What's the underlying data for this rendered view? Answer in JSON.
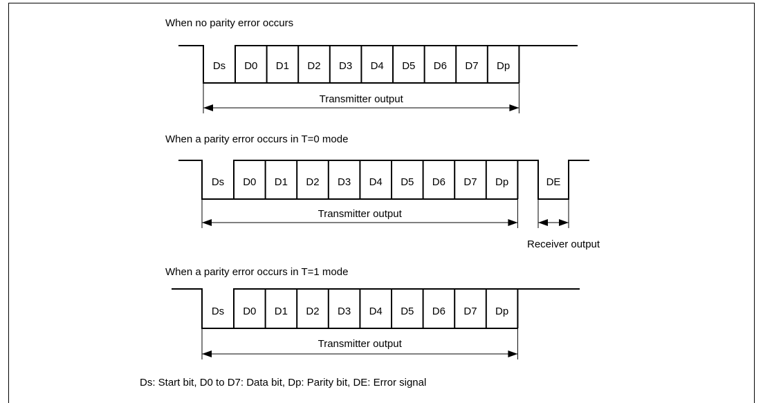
{
  "diagrams": [
    {
      "caption": "When no parity error occurs",
      "bits": [
        "Ds",
        "D0",
        "D1",
        "D2",
        "D3",
        "D4",
        "D5",
        "D6",
        "D7",
        "Dp"
      ],
      "span_label": "Transmitter output",
      "error_bit": null,
      "receiver_label": null
    },
    {
      "caption": "When a parity error occurs in T=0 mode",
      "bits": [
        "Ds",
        "D0",
        "D1",
        "D2",
        "D3",
        "D4",
        "D5",
        "D6",
        "D7",
        "Dp"
      ],
      "span_label": "Transmitter output",
      "error_bit": "DE",
      "receiver_label": "Receiver output"
    },
    {
      "caption": "When a parity error occurs in T=1 mode",
      "bits": [
        "Ds",
        "D0",
        "D1",
        "D2",
        "D3",
        "D4",
        "D5",
        "D6",
        "D7",
        "Dp"
      ],
      "span_label": "Transmitter output",
      "error_bit": null,
      "receiver_label": null
    }
  ],
  "legend": "Ds: Start bit, D0 to D7: Data bit, Dp: Parity bit, DE: Error signal"
}
